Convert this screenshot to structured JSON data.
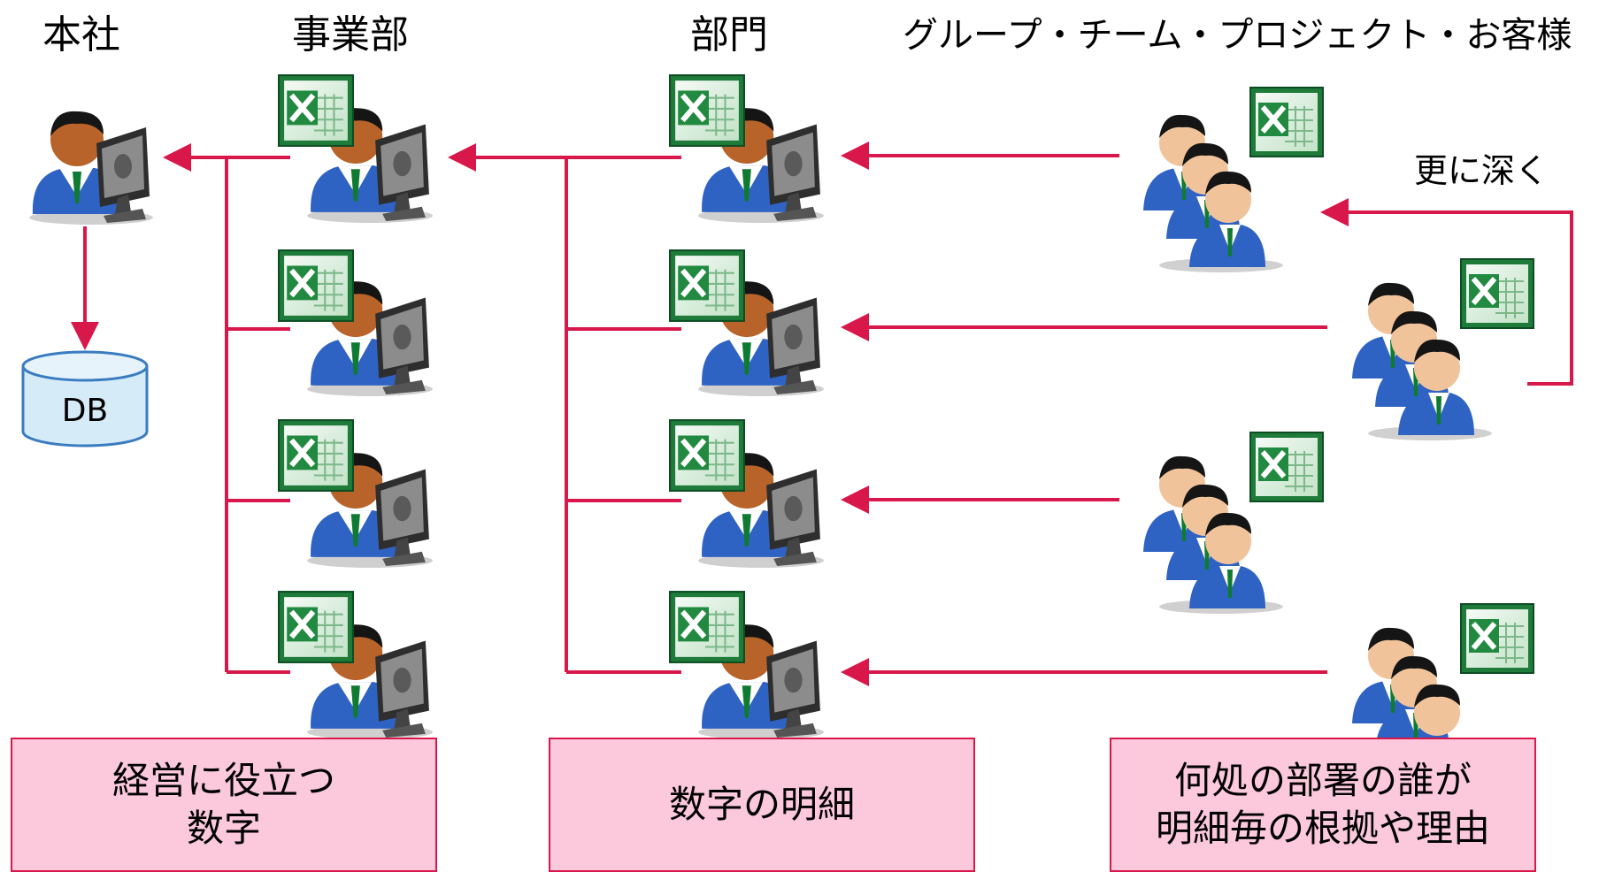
{
  "headers": {
    "honsha": "本社",
    "jigyobu": "事業部",
    "bumon": "部門",
    "group": "グループ・チーム・プロジェクト・お客様"
  },
  "db_label": "DB",
  "deeper_label": "更に深く",
  "notes": {
    "keiei": "経営に役立つ\n数字",
    "meisai": "数字の明細",
    "konkyo": "何処の部署の誰が\n明細毎の根拠や理由"
  },
  "icons": {
    "headquarters_user": "user-at-computer-icon",
    "division_users": "user-at-computer-with-excel-icon",
    "department_users": "user-at-computer-with-excel-icon",
    "groups": "user-group-with-excel-icon",
    "database": "database-cylinder-icon"
  },
  "colors": {
    "arrow": "#d8174a",
    "note_fill": "#fcc9dc",
    "db_fill": "#d6ebf8",
    "db_stroke": "#3a7cc0",
    "excel_green": "#1e7b3a"
  }
}
